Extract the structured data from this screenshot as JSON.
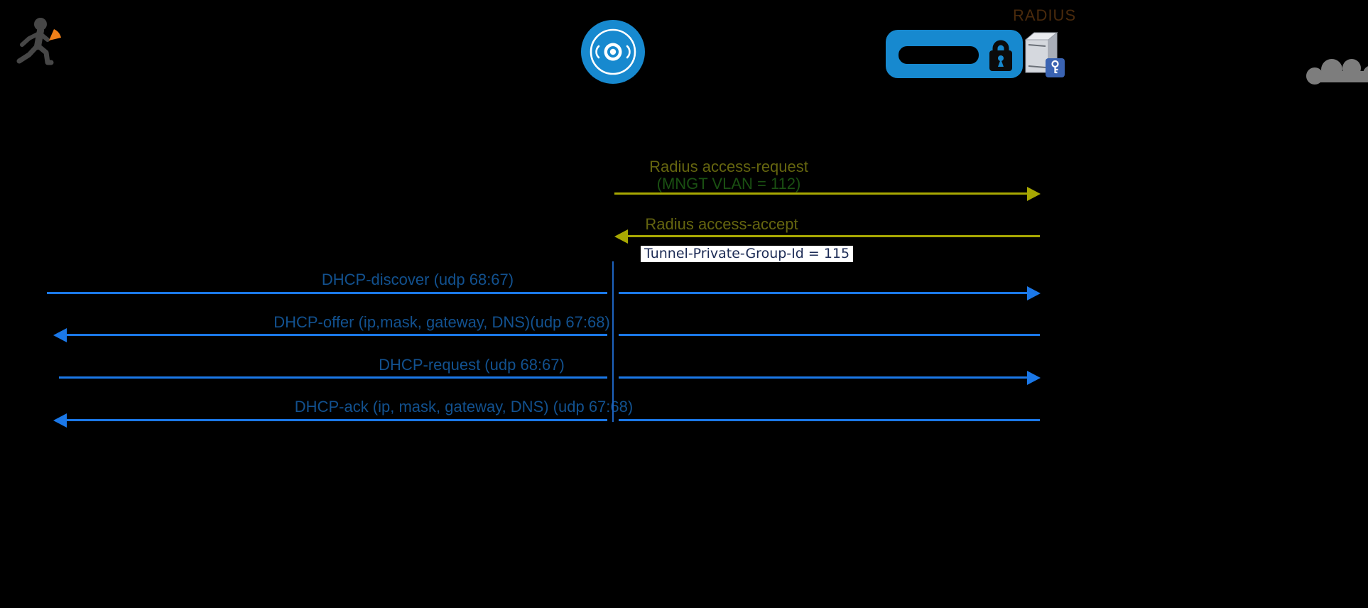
{
  "diagram": {
    "type": "network-sequence-diagram",
    "background_color": "#000000",
    "description_visible_elements": "wireless client, access point, secure switch with RADIUS server, cloud"
  },
  "actors": {
    "client": {
      "icon": "walking-person-with-phone-icon"
    },
    "access_point": {
      "icon": "wireless-access-point-icon"
    },
    "radius_server": {
      "label": "RADIUS",
      "icon": "server-with-key-icon"
    },
    "switch": {
      "icon": "switch-with-padlock-icon"
    },
    "internet": {
      "icon": "cloud-icon"
    }
  },
  "messages": [
    {
      "label": "Radius access-request",
      "sublabel": "(MNGT VLAN = 112)",
      "from": "access-point",
      "to": "radius-server",
      "direction": "right",
      "color": "#a8a802"
    },
    {
      "label": "Radius access-accept",
      "note": "Tunnel-Private-Group-Id = 115",
      "from": "radius-server",
      "to": "access-point",
      "direction": "left",
      "color": "#a8a802"
    },
    {
      "label": "DHCP-discover (udp 68:67)",
      "from": "client",
      "to": "radius-server",
      "direction": "right",
      "color": "#1b78e8"
    },
    {
      "label": "DHCP-offer (ip,mask, gateway, DNS)(udp 67:68)",
      "from": "radius-server",
      "to": "client",
      "direction": "left",
      "color": "#1b78e8"
    },
    {
      "label": "DHCP-request (udp 68:67)",
      "from": "client",
      "to": "radius-server",
      "direction": "right",
      "color": "#1b78e8"
    },
    {
      "label": "DHCP-ack (ip, mask, gateway, DNS) (udp 67:68)",
      "from": "radius-server",
      "to": "client",
      "direction": "left",
      "color": "#1b78e8"
    }
  ],
  "colors": {
    "radius_arrow": "#a8a802",
    "radius_label_text": "#65650f",
    "vlan_text": "#1a5012",
    "dhcp_arrow": "#1b78e8",
    "dhcp_text": "#12518f",
    "tunnel_note_text": "#1c2b55",
    "tunnel_note_background": "#ffffff",
    "radius_title_text": "#4a2a0c",
    "device_blue": "#1789cf",
    "cloud_gray": "#7d7d7d",
    "person_gray": "#474747",
    "signal_orange": "#f08018"
  }
}
